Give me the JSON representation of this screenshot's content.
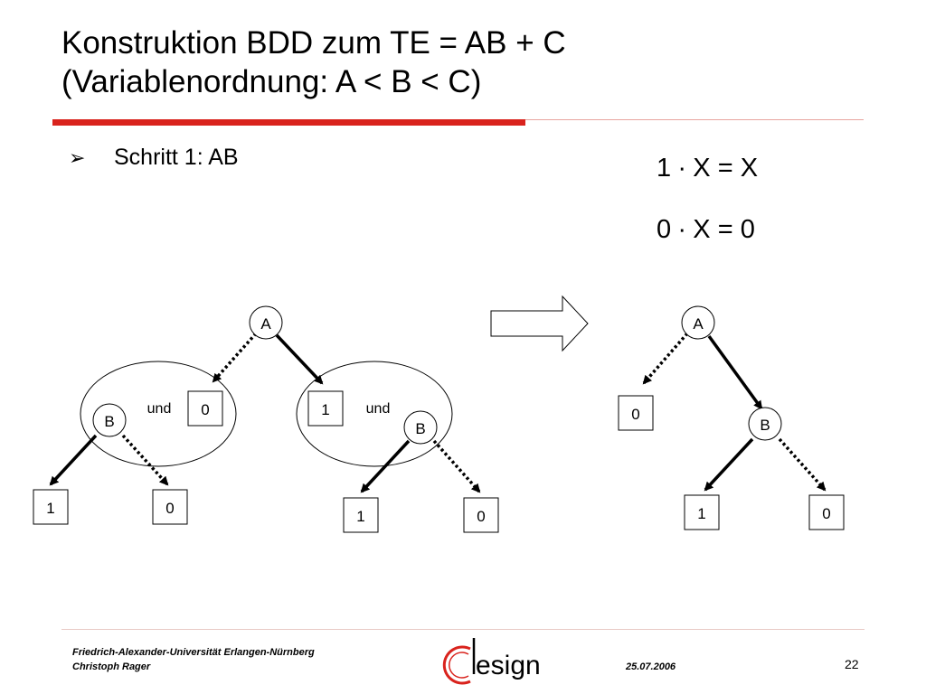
{
  "title": {
    "line1": "Konstruktion BDD zum TE = AB + C",
    "line2": "(Variablenordnung: A < B < C)"
  },
  "bullet": {
    "marker": "➢",
    "text": "Schritt 1: AB"
  },
  "equations": {
    "eq1": "1 ∙ X = X",
    "eq2": "0 ∙ X = 0"
  },
  "diagram": {
    "left": {
      "root": "A",
      "group_left": {
        "conj": "und",
        "node": "B",
        "leaf_low": "0",
        "leaf_hi": "1",
        "leaf_b0": "0",
        "term": "0"
      },
      "group_right": {
        "conj": "und",
        "node": "B",
        "leaf_low": "0",
        "leaf_hi": "1",
        "term": "1"
      },
      "left_leaf_one": "1",
      "left_leaf_zero": "0",
      "right_leaf_one": "1",
      "right_leaf_zero": "0"
    },
    "right": {
      "root": "A",
      "node_b": "B",
      "leaf_a0": "0",
      "leaf_b1": "1",
      "leaf_b0": "0"
    }
  },
  "footer": {
    "university": "Friedrich-Alexander-Universität Erlangen-Nürnberg",
    "author": "Christoph Rager",
    "date": "25.07.2006",
    "page": "22",
    "logo_text": "esign"
  },
  "colors": {
    "accent_red": "#d9231d",
    "rule_light": "#e8a59f",
    "footer_rule": "#e8c9c5"
  }
}
